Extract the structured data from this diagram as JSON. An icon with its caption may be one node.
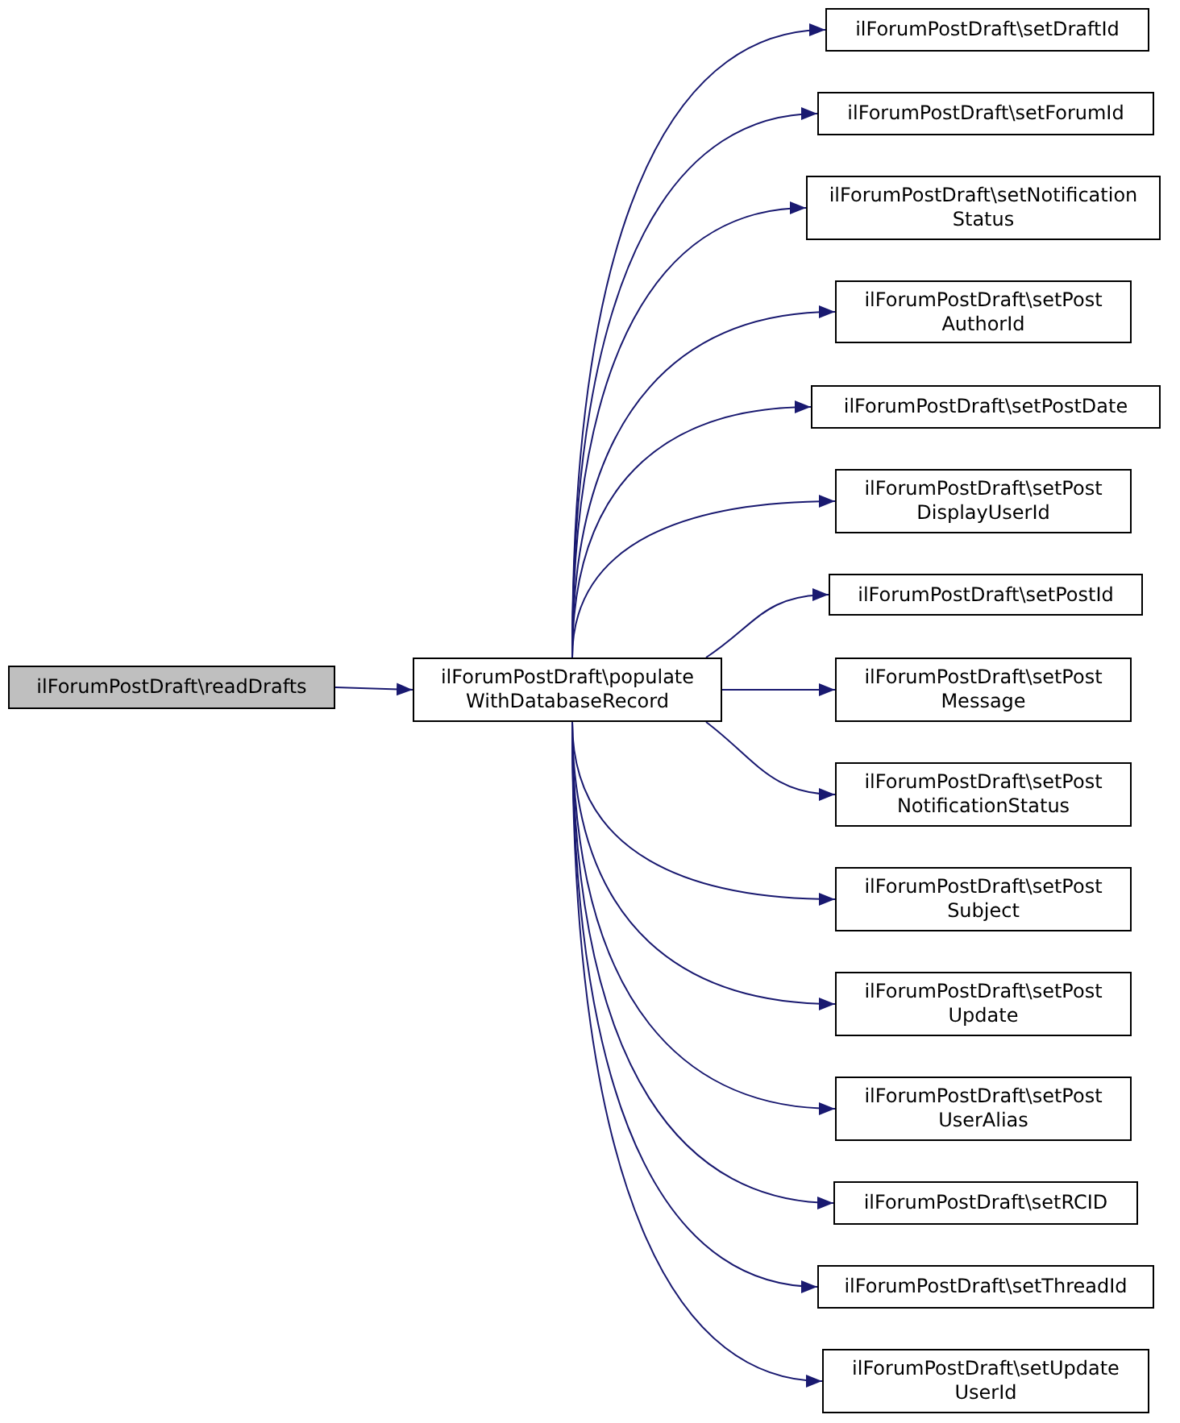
{
  "diagram": {
    "nodes": [
      {
        "text": [
          "ilForumPostDraft\\readDrafts"
        ]
      },
      {
        "text": [
          "ilForumPostDraft\\populate WithDatabaseRecord"
        ]
      },
      {
        "text": [
          "ilForumPostDraft\\setDraftId"
        ]
      },
      {
        "text": [
          "ilForumPostDraft\\setForumId"
        ]
      },
      {
        "text": [
          "ilForumPostDraft\\setNotification Status"
        ]
      },
      {
        "text": [
          "ilForumPostDraft\\setPost AuthorId"
        ]
      },
      {
        "text": [
          "ilForumPostDraft\\setPostDate"
        ]
      },
      {
        "text": [
          "ilForumPostDraft\\setPost DisplayUserId"
        ]
      },
      {
        "text": [
          "ilForumPostDraft\\setPostId"
        ]
      },
      {
        "text": [
          "ilForumPostDraft\\setPost Message"
        ]
      },
      {
        "text": [
          "ilForumPostDraft\\setPost NotificationStatus"
        ]
      },
      {
        "text": [
          "ilForumPostDraft\\setPost Subject"
        ]
      },
      {
        "text": [
          "ilForumPostDraft\\setPost Update"
        ]
      },
      {
        "text": [
          "ilForumPostDraft\\setPost UserAlias"
        ]
      },
      {
        "text": [
          "ilForumPostDraft\\setRCID"
        ]
      },
      {
        "text": [
          "ilForumPostDraft\\setThreadId"
        ]
      },
      {
        "text": [
          "ilForumPostDraft\\setUpdate UserId"
        ]
      }
    ],
    "edges": [
      {
        "from": 0,
        "to": 1,
        "arrow": "to"
      },
      {
        "from": 1,
        "to": 2,
        "arrow": "to"
      },
      {
        "from": 1,
        "to": 3,
        "arrow": "to"
      },
      {
        "from": 1,
        "to": 4,
        "arrow": "to"
      },
      {
        "from": 1,
        "to": 5,
        "arrow": "to"
      },
      {
        "from": 1,
        "to": 6,
        "arrow": "to"
      },
      {
        "from": 1,
        "to": 7,
        "arrow": "to"
      },
      {
        "from": 1,
        "to": 8,
        "arrow": "to"
      },
      {
        "from": 1,
        "to": 9,
        "arrow": "to"
      },
      {
        "from": 1,
        "to": 10,
        "arrow": "to"
      },
      {
        "from": 1,
        "to": 11,
        "arrow": "to"
      },
      {
        "from": 1,
        "to": 12,
        "arrow": "to"
      },
      {
        "from": 1,
        "to": 13,
        "arrow": "to"
      },
      {
        "from": 1,
        "to": 14,
        "arrow": "to"
      },
      {
        "from": 1,
        "to": 15,
        "arrow": "to"
      },
      {
        "from": 1,
        "to": 16,
        "arrow": "to"
      }
    ]
  }
}
